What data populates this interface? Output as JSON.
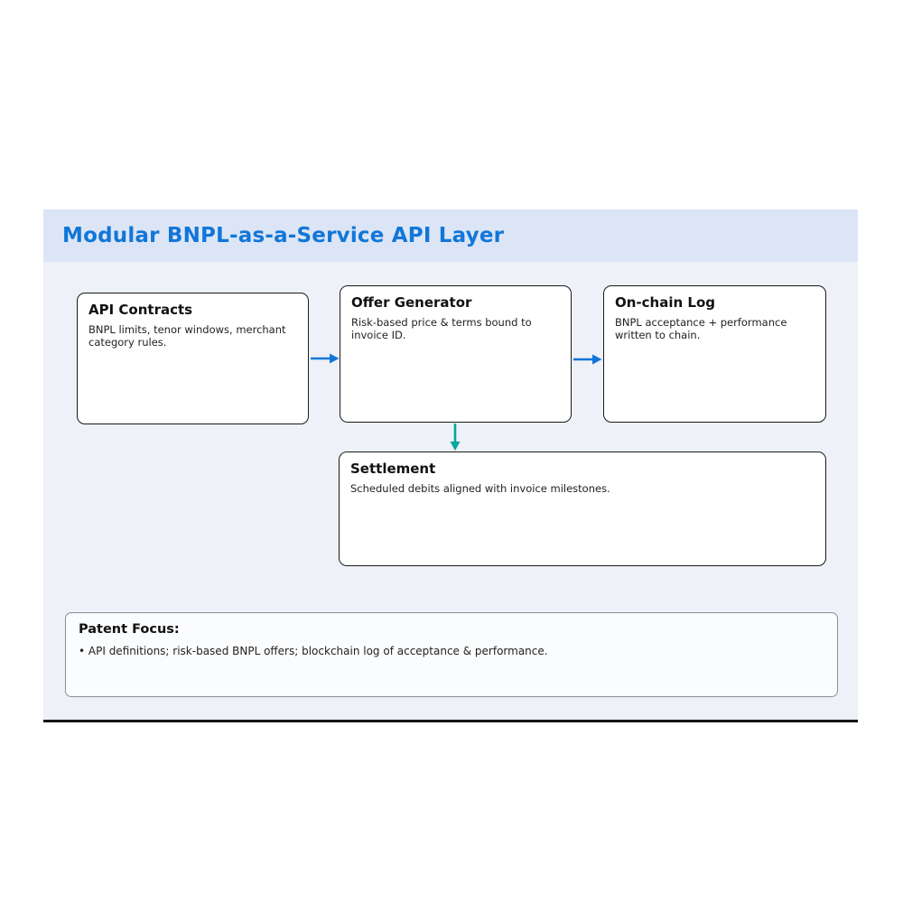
{
  "title": "Modular BNPL-as-a-Service API Layer",
  "colors": {
    "title_color": "#1276d8",
    "arrow_horizontal": "#1276d8",
    "arrow_vertical": "#00a79d",
    "header_bg": "#dbe5f5",
    "panel_bg": "#eef1f8"
  },
  "boxes": [
    {
      "id": "api-contracts",
      "title": "API Contracts",
      "body": "BNPL limits, tenor windows, merchant category rules."
    },
    {
      "id": "offer-generator",
      "title": "Offer Generator",
      "body": "Risk-based price & terms bound to invoice ID."
    },
    {
      "id": "on-chain-log",
      "title": "On-chain Log",
      "body": "BNPL acceptance + performance written to chain."
    },
    {
      "id": "settlement",
      "title": "Settlement",
      "body": "Scheduled debits aligned with invoice milestones."
    }
  ],
  "connectors": [
    {
      "id": "api-to-offer",
      "direction": "right",
      "color": "#1276d8"
    },
    {
      "id": "offer-to-onchain",
      "direction": "right",
      "color": "#1276d8"
    },
    {
      "id": "offer-to-settle",
      "direction": "down",
      "color": "#00a79d"
    }
  ],
  "patent_focus": {
    "title": "Patent Focus:",
    "bullet": "• API definitions; risk-based BNPL offers; blockchain log of acceptance & performance."
  }
}
